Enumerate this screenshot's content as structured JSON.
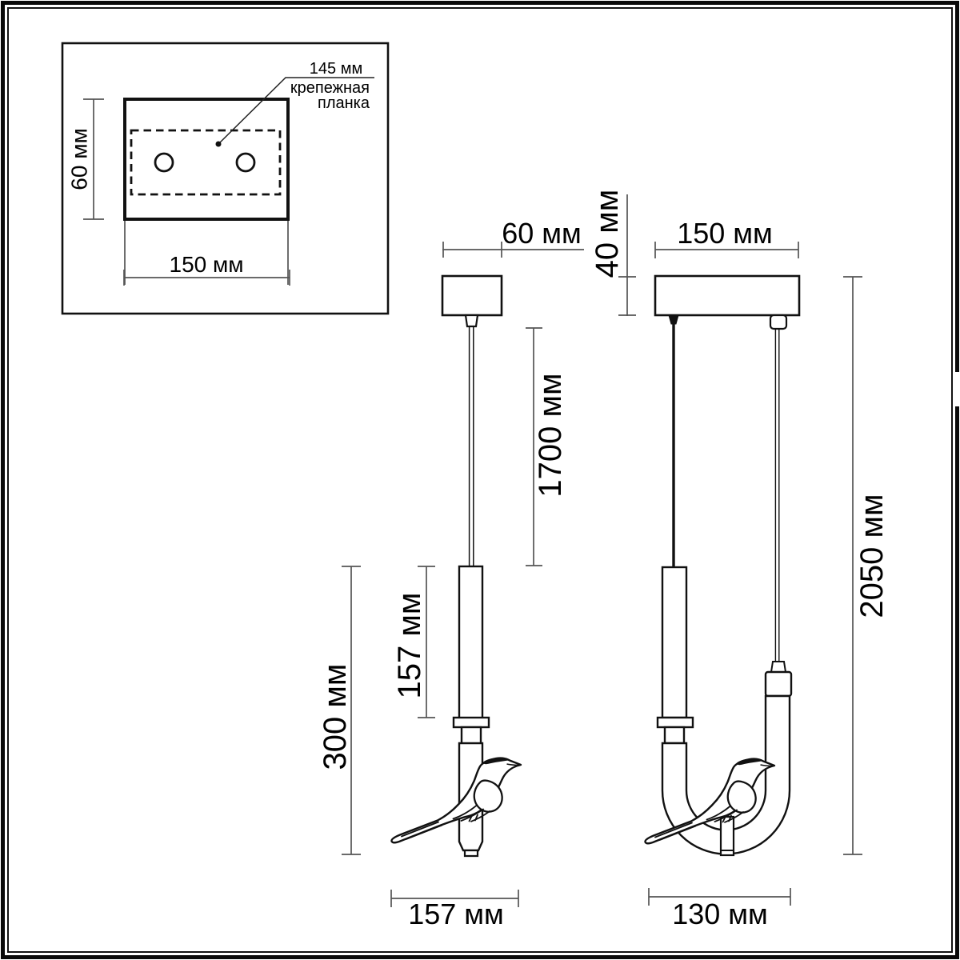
{
  "background_color": "#ffffff",
  "line_color": "#111111",
  "dim_line_color": "#555555",
  "mounting_plate_inset": {
    "callout_value": "145 мм",
    "callout_line1": "крепежная",
    "callout_line2": "планка",
    "height_label": "60 мм",
    "width_label": "150 мм"
  },
  "side_view": {
    "canopy_width_label": "60 мм",
    "suspension_length_label": "1700 мм",
    "lamp_body_length_label": "157 мм",
    "lower_section_height_label": "300 мм",
    "overall_width_label": "157 мм"
  },
  "front_view": {
    "canopy_width_label": "150 мм",
    "canopy_height_label": "40 мм",
    "overall_height_label": "2050 мм",
    "overall_width_label": "130 мм"
  }
}
